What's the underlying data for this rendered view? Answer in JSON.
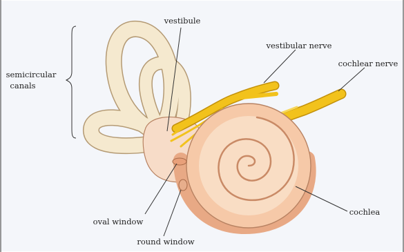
{
  "colors": {
    "background": "#f4f6fa",
    "frame": "#555555",
    "bone": "#f5e9cf",
    "bone_edge": "#b49a74",
    "vestibule": "#f7dcc8",
    "cochlea_outer": "#f6c9a8",
    "cochlea_inner": "#f9ddc4",
    "cochlea_edge": "#b78262",
    "nerve": "#f2c21c",
    "nerve_edge": "#c2900a",
    "leader": "#333333"
  },
  "labels": {
    "vestibule": "vestibule",
    "vestibular_nerve": "vestibular nerve",
    "cochlear_nerve": "cochlear nerve",
    "semicircular_line1": "semicircular",
    "semicircular_line2": "canals",
    "oval_window": "oval window",
    "round_window": "round window",
    "cochlea": "cochlea"
  }
}
